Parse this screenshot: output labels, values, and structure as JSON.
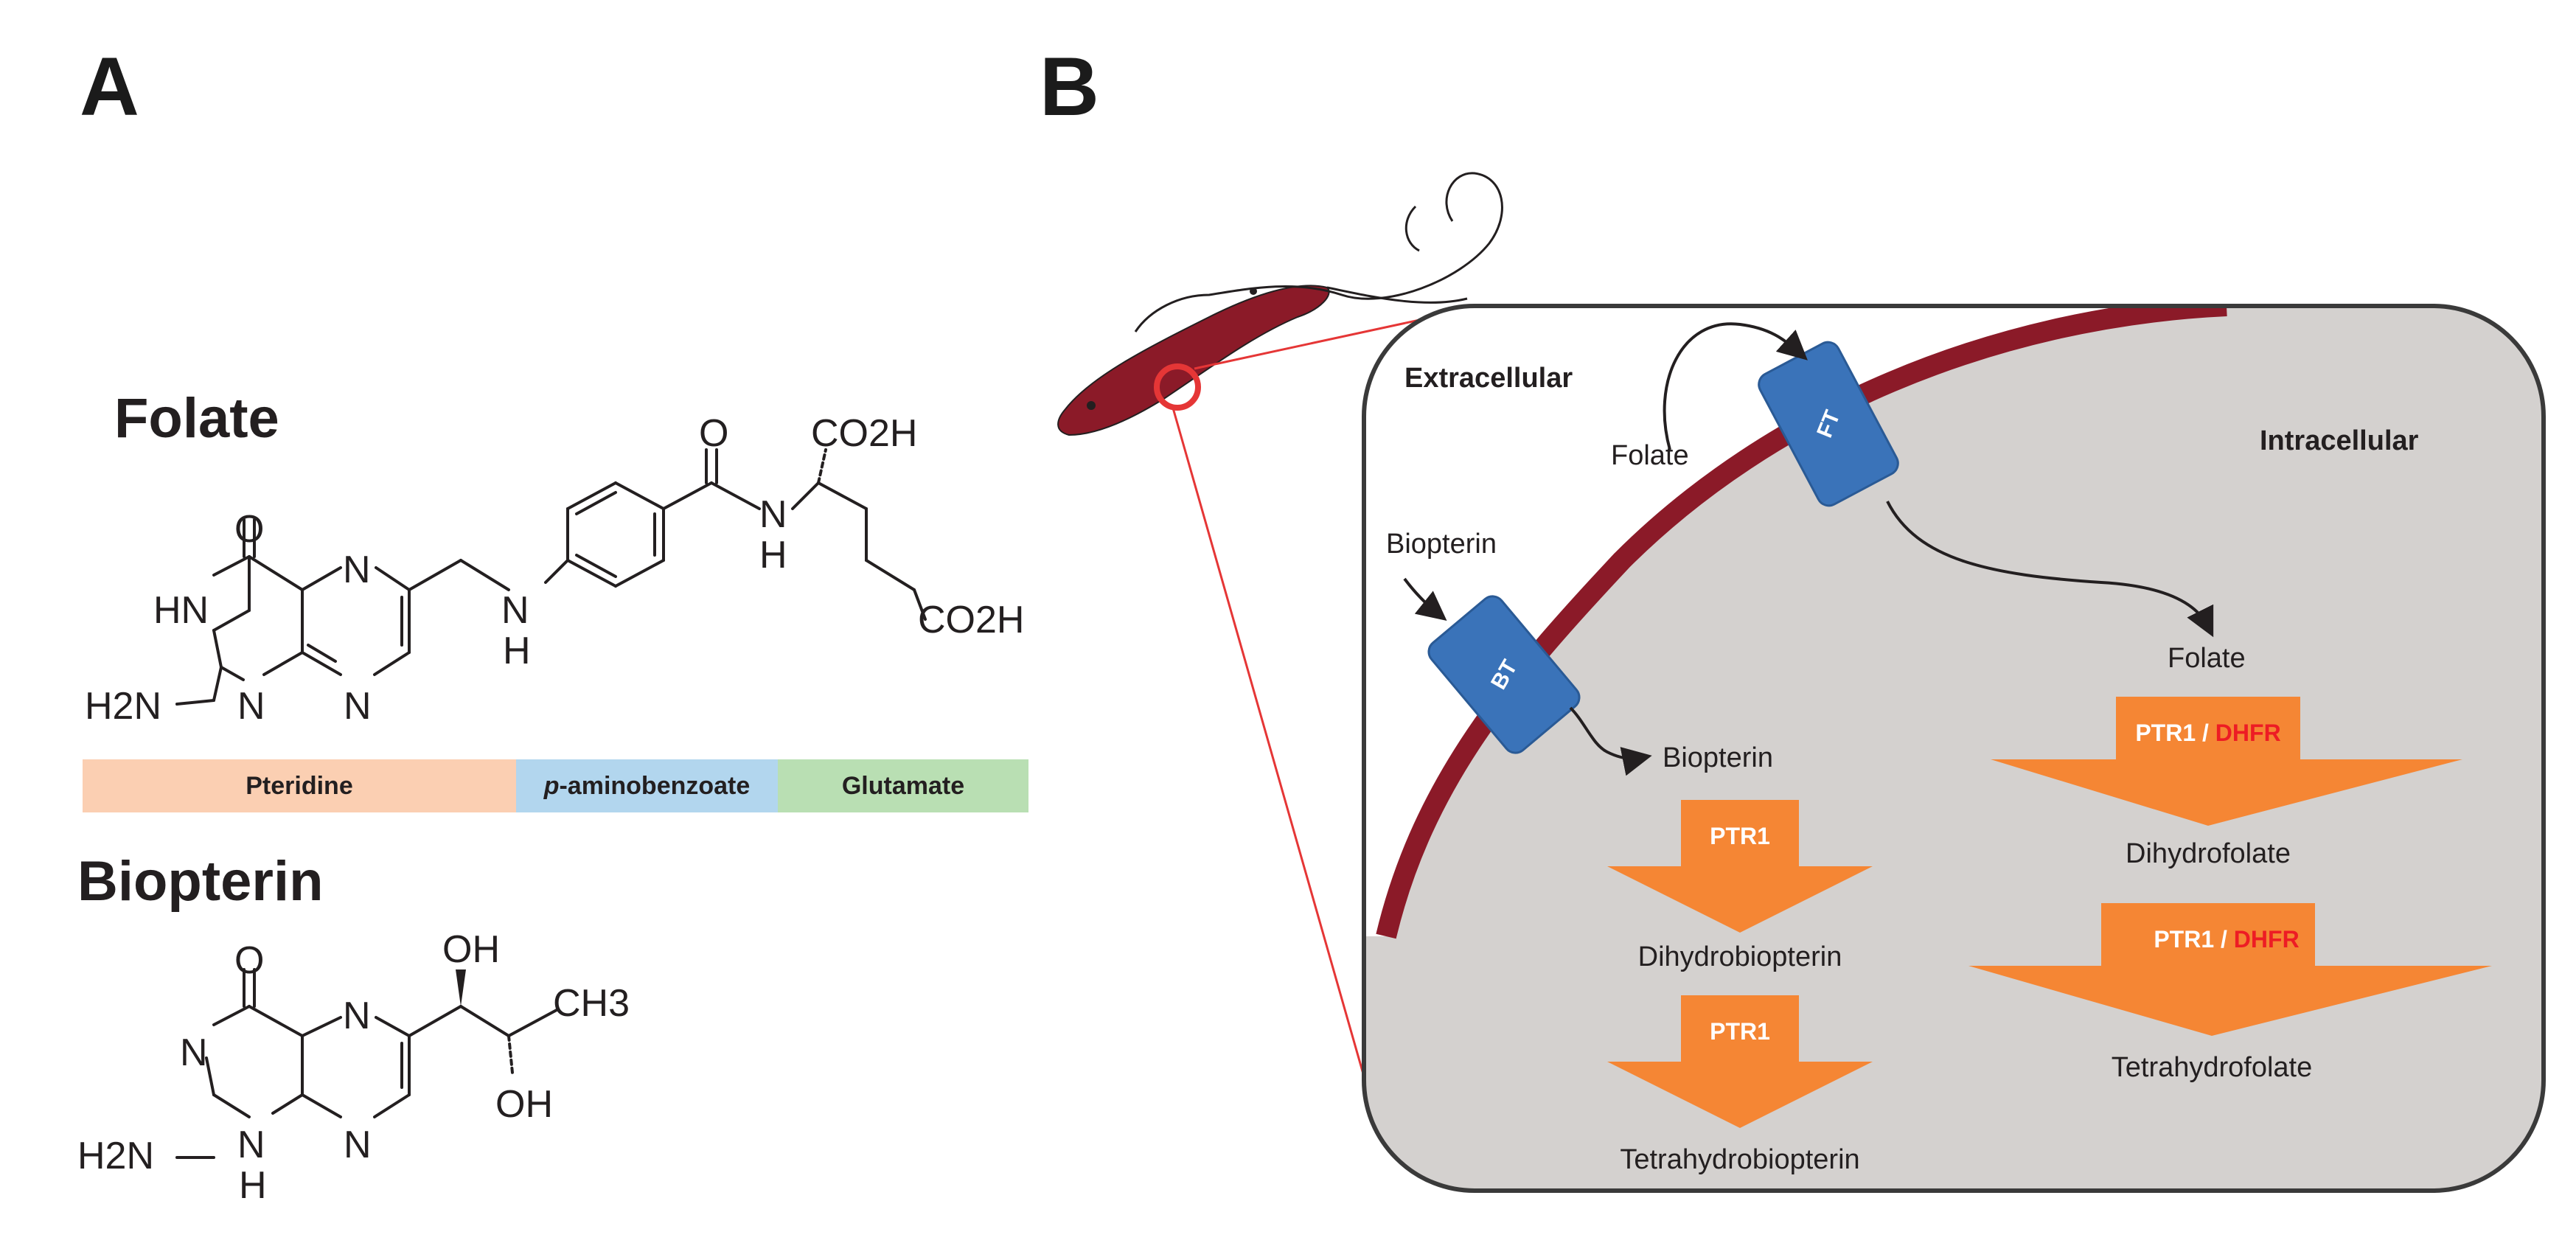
{
  "panels": {
    "a": {
      "letter": "A"
    },
    "b": {
      "letter": "B"
    }
  },
  "folate": {
    "title": "Folate",
    "atoms": {
      "o_ring": "O",
      "hn": "HN",
      "n_top": "N",
      "h2n": "H2N",
      "n_bot1": "N",
      "n_bot2": "N",
      "nh": "N",
      "nh_h": "H",
      "o_amide": "O",
      "amide_n": "N",
      "amide_h": "H",
      "co2h_top": "CO2H",
      "co2h_side": "CO2H"
    },
    "segments": {
      "pteridine": "Pteridine",
      "pab_italic": "p",
      "pab_rest": "-aminobenzoate",
      "glutamate": "Glutamate"
    },
    "segment_colors": {
      "pteridine": "#fbcfb2",
      "pab": "#b2d6ee",
      "glutamate": "#b9dfb3"
    }
  },
  "biopterin": {
    "title": "Biopterin",
    "atoms": {
      "o": "O",
      "n_left": "N",
      "n_top": "N",
      "h2n": "H2N",
      "nh": "N",
      "nh_h": "H",
      "n_bot": "N",
      "oh_top": "OH",
      "oh_bot": "OH",
      "ch3": "CH3"
    }
  },
  "cell": {
    "extracellular": "Extracellular",
    "intracellular": "Intracellular",
    "folate_out": "Folate",
    "biopterin_out": "Biopterin",
    "ft": "FT",
    "bt": "BT",
    "folate_in": "Folate",
    "biopterin_in": "Biopterin",
    "ptr1_a": "PTR1",
    "dihydrobiopterin": "Dihydrobiopterin",
    "ptr1_b": "PTR1",
    "tetrahydrobiopterin": "Tetrahydrobiopterin",
    "ptr1_c": "PTR1",
    "slash_c": " / ",
    "dhfr_c": "DHFR",
    "dihydrofolate": "Dihydrofolate",
    "ptr1_d": "PTR1",
    "slash_d": " / ",
    "dhfr_d": "DHFR",
    "tetrahydrofolate": "Tetrahydrofolate"
  },
  "colors": {
    "membrane": "#8b1a28",
    "cell_bg": "#d4d1cf",
    "transporter": "#3a73b9",
    "enzyme_arrow": "#f58634",
    "dhfr_text": "#ed1c24",
    "zoom_line": "#e53636"
  }
}
